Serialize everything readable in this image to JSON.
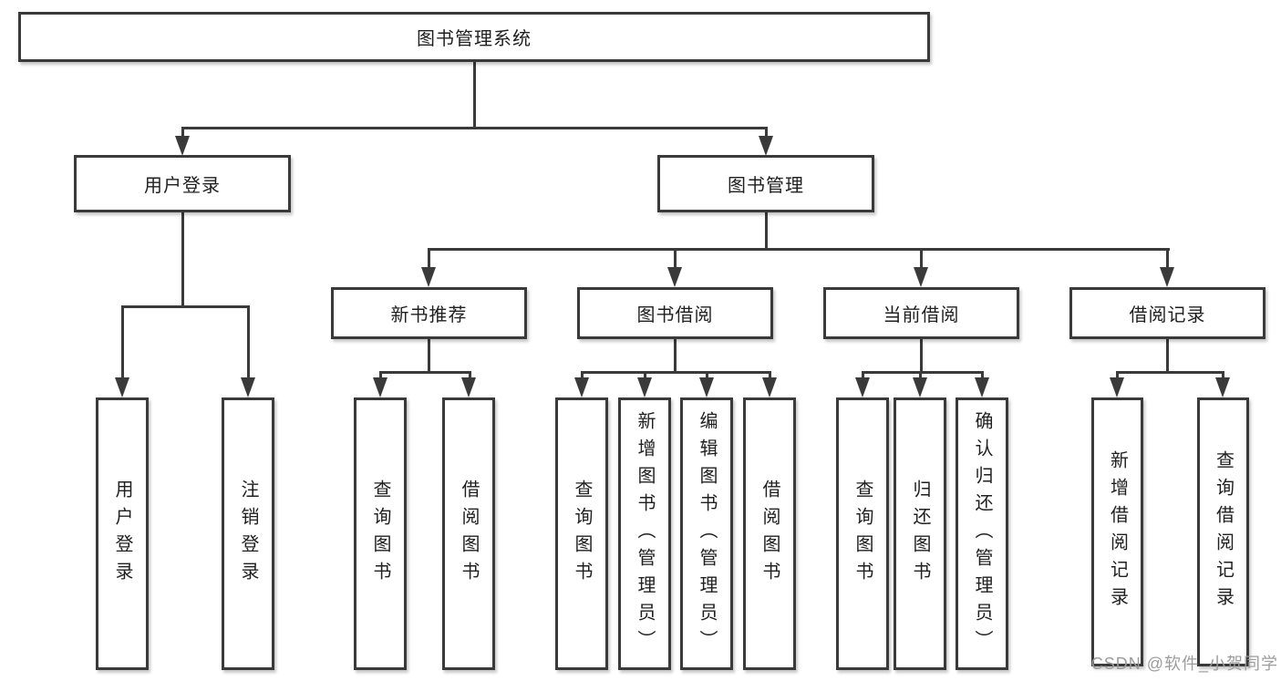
{
  "tree": {
    "root": {
      "label": "图书管理系统"
    },
    "branches": [
      {
        "label": "用户登录",
        "children": [
          {
            "label": "用户登录"
          },
          {
            "label": "注销登录"
          }
        ]
      },
      {
        "label": "图书管理",
        "groups": [
          {
            "label": "新书推荐",
            "children": [
              {
                "label": "查询图书"
              },
              {
                "label": "借阅图书"
              }
            ]
          },
          {
            "label": "图书借阅",
            "children": [
              {
                "label": "查询图书"
              },
              {
                "label": "新增图书（管理员）"
              },
              {
                "label": "编辑图书（管理员）"
              },
              {
                "label": "借阅图书"
              }
            ]
          },
          {
            "label": "当前借阅",
            "children": [
              {
                "label": "查询图书"
              },
              {
                "label": "归还图书"
              },
              {
                "label": "确认归还（管理员）"
              }
            ]
          },
          {
            "label": "借阅记录",
            "children": [
              {
                "label": "新增借阅记录"
              },
              {
                "label": "查询借阅记录"
              }
            ]
          }
        ]
      }
    ]
  },
  "watermark": {
    "text": "CSDN @软件_小贺同学"
  },
  "colors": {
    "line": "#3a3a3a",
    "text": "#1f1f1f",
    "background": "#ffffff",
    "watermark": "#9c9c9c"
  }
}
